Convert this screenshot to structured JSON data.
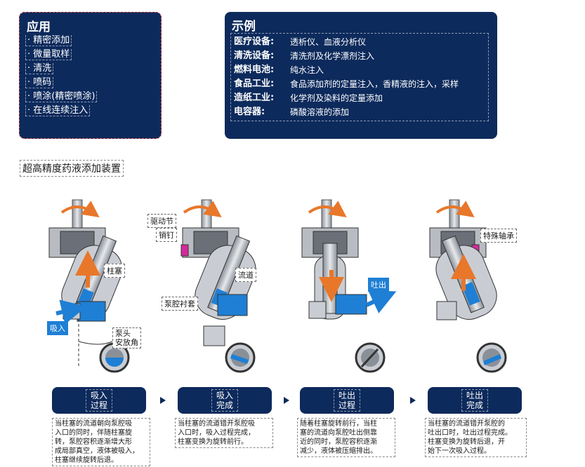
{
  "applications": {
    "title": "应用",
    "items": [
      "· 精密添加",
      "· 微量取样",
      "· 清洗",
      "· 喷码",
      "· 喷涂(精密喷涂)",
      "· 在线连续注入"
    ]
  },
  "examples": {
    "title": "示例",
    "rows": [
      {
        "key": "医疗设备:",
        "value": "透析仪、血液分析仪"
      },
      {
        "key": "清洗设备:",
        "value": "清洗剂及化学漂剂注入"
      },
      {
        "key": "燃料电池:",
        "value": "纯水注入"
      },
      {
        "key": "食品工业:",
        "value": "食品添加剂的定量注入，香精液的注入，采样"
      },
      {
        "key": "造纸工业:",
        "value": "化学剂及染料的定量添加"
      },
      {
        "key": "电容器:",
        "value": "磷酸溶液的添加"
      }
    ]
  },
  "device_title": "超高精度药液添加装置",
  "labels": {
    "plunger": "柱塞",
    "suction": "吸入",
    "pump_head_angle": "泵头\n安放角",
    "drive_section": "驱动节",
    "pin": "销钉",
    "channel": "流道",
    "chamber_liner": "泵腔衬套",
    "discharge": "吐出",
    "special_bearing": "特殊轴承"
  },
  "steps": [
    {
      "label": "吸入\n过程",
      "desc": "当柱塞的流道朝向泵腔吸\n入口的同时，伴随柱塞旋\n转，泵腔容积逐渐增大形\n成局部真空，液体被吸入，\n柱塞继续旋转后退。"
    },
    {
      "label": "吸入\n完成",
      "desc": "当柱塞的流道错开泵腔吸\n入口时，吸入过程完成，\n柱塞变换为旋转前行。"
    },
    {
      "label": "吐出\n过程",
      "desc": "随着柱塞旋转前行，当柱\n塞的流道向泵腔吐出侧靠\n近的同时，泵腔容积逐渐\n减少，液体被压缩排出。"
    },
    {
      "label": "吐出\n完成",
      "desc": "当柱塞的流道错开泵腔的\n吐出口时，吐出过程完成。\n柱塞变换为旋转后退，开\n始下一次吸入过程。"
    }
  ],
  "colors": {
    "navy": "#0d2a5c",
    "blue_fluid": "#1e7fd4",
    "orange_arrow": "#e8772a",
    "magenta_pin": "#d42a9a",
    "metal": "#c9cdd3"
  }
}
